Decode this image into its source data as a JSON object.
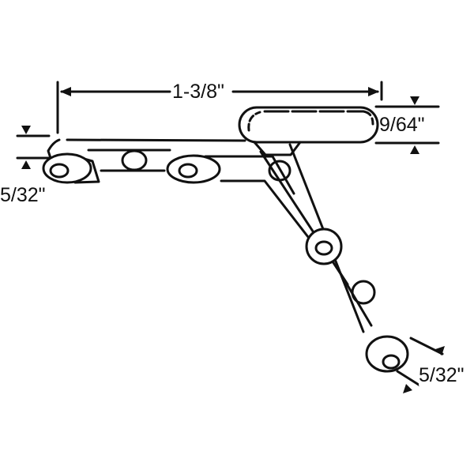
{
  "dimensions": {
    "overall_length": "1-3/8\"",
    "pad_height": "9/64\"",
    "left_end_thickness": "5/32\"",
    "right_end_thickness": "5/32\""
  },
  "colors": {
    "line": "#111111",
    "background": "#ffffff"
  }
}
